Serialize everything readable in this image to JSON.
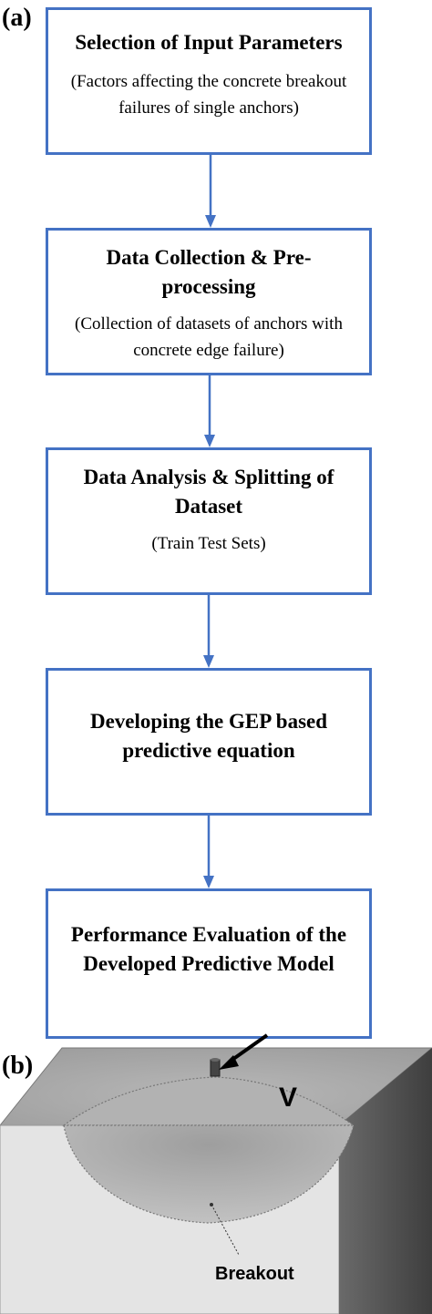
{
  "panel_a": {
    "label": "(a)"
  },
  "panel_b": {
    "label": "(b)"
  },
  "flow": [
    {
      "title": "Selection of Input Parameters",
      "subtitle": "(Factors affecting the concrete breakout failures of single anchors)"
    },
    {
      "title": "Data Collection & Pre-processing",
      "subtitle": "(Collection of datasets of anchors with concrete edge failure)"
    },
    {
      "title": "Data Analysis & Splitting of Dataset",
      "subtitle": "(Train Test Sets)"
    },
    {
      "title": "Developing the GEP based predictive equation",
      "subtitle": ""
    },
    {
      "title": "Performance Evaluation of the Developed Predictive Model",
      "subtitle": ""
    }
  ],
  "illustration": {
    "force_label": "V",
    "breakout_label": "Breakout"
  },
  "colors": {
    "arrow": "#4472c4",
    "box_border": "#4472c4",
    "top_face": "#a6a6a6",
    "front_face": "#e4e4e4",
    "side_face": "#555555"
  }
}
